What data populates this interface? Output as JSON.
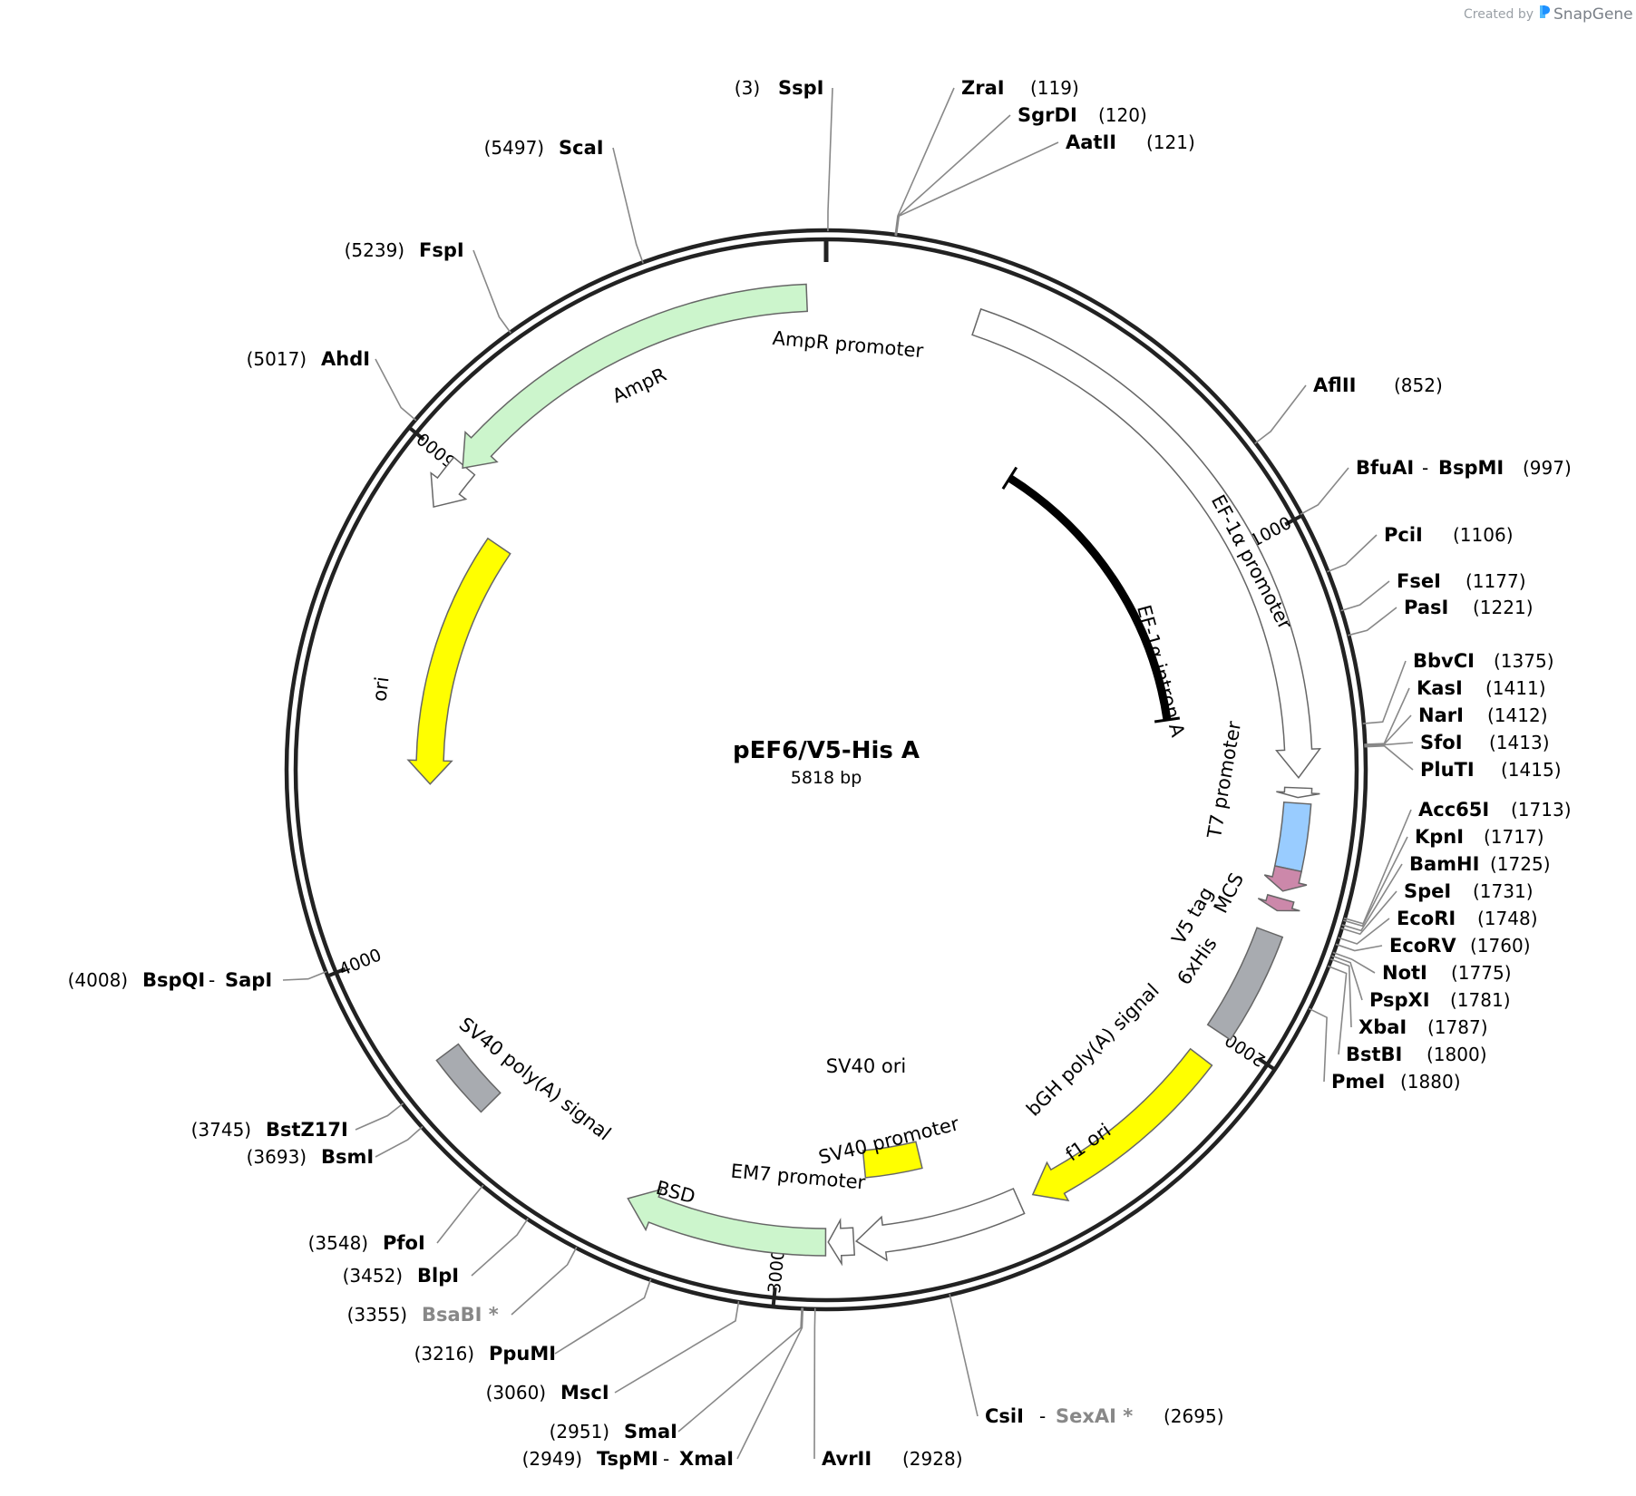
{
  "plasmid": {
    "name": "pEF6/V5-His A",
    "size_label": "5818 bp",
    "total_bp": 5818
  },
  "credit": {
    "created_by": "Created by",
    "brand": "SnapGene"
  },
  "colors": {
    "backbone": "#222222",
    "green_feature": "#ccf5cc",
    "yellow_feature": "#ffff00",
    "white_feature": "#ffffff",
    "blue_feature": "#99ccff",
    "pink_feature": "#cc88aa",
    "gray_feature": "#a8abb0",
    "outline": "#666666",
    "leader": "#888888",
    "gray_text": "#888888"
  },
  "ticks": [
    {
      "bp": 1000,
      "label": "1000"
    },
    {
      "bp": 2000,
      "label": "2000"
    },
    {
      "bp": 3000,
      "label": "3000"
    },
    {
      "bp": 4000,
      "label": "4000"
    },
    {
      "bp": 5000,
      "label": "5000"
    }
  ],
  "features": [
    {
      "name": "AmpR promoter",
      "start": 4910,
      "end": 5010,
      "direction": "reverse",
      "fill": "#ffffff",
      "track": "t1"
    },
    {
      "name": "AmpR",
      "start": 5005,
      "end": 5780,
      "direction": "reverse",
      "fill": "#ccf5cc",
      "track": "t1"
    },
    {
      "name": "ori",
      "start": 4330,
      "end": 4919,
      "direction": "reverse",
      "fill": "#ffff00",
      "track": "t2"
    },
    {
      "name": "EF-1α promoter",
      "start": 300,
      "end": 1470,
      "direction": "forward",
      "fill": "#ffffff",
      "track": "t1"
    },
    {
      "name": "EF-1α intron A",
      "start": 520,
      "end": 1320,
      "direction": "none",
      "fill": "#000000",
      "track": "t3"
    },
    {
      "name": "T7 promoter",
      "start": 1490,
      "end": 1509,
      "direction": "forward",
      "fill": "#ffffff",
      "track": "t1"
    },
    {
      "name": "MCS",
      "start": 1520,
      "end": 1650,
      "direction": "none",
      "fill": "#99ccff",
      "track": "t1"
    },
    {
      "name": "V5 tag",
      "start": 1650,
      "end": 1695,
      "direction": "forward",
      "fill": "#cc88aa",
      "track": "t1"
    },
    {
      "name": "6xHis",
      "start": 1710,
      "end": 1735,
      "direction": "forward",
      "fill": "#cc88aa",
      "track": "t1"
    },
    {
      "name": "bGH poly(A) signal",
      "start": 1780,
      "end": 2000,
      "direction": "none",
      "fill": "#a8abb0",
      "track": "t1"
    },
    {
      "name": "f1 ori",
      "start": 2060,
      "end": 2490,
      "direction": "forward",
      "fill": "#ffff00",
      "track": "t1"
    },
    {
      "name": "SV40 promoter",
      "start": 2520,
      "end": 2850,
      "direction": "forward",
      "fill": "#ffffff",
      "track": "t1"
    },
    {
      "name": "SV40 ori",
      "start": 2690,
      "end": 2820,
      "direction": "none",
      "fill": "#ffff00",
      "track": "t2"
    },
    {
      "name": "EM7 promoter",
      "start": 2855,
      "end": 2905,
      "direction": "forward",
      "fill": "#ffffff",
      "track": "t1"
    },
    {
      "name": "BSD",
      "start": 2910,
      "end": 3310,
      "direction": "forward",
      "fill": "#ccf5cc",
      "track": "t1"
    },
    {
      "name": "SV40 poly(A) signal",
      "start": 3640,
      "end": 3770,
      "direction": "none",
      "fill": "#a8abb0",
      "track": "t1"
    }
  ],
  "sites": [
    {
      "name": "SspI",
      "pos": "(3)",
      "bp": 3,
      "side": "left"
    },
    {
      "name": "ZraI",
      "pos": "(119)",
      "bp": 119,
      "side": "right"
    },
    {
      "name": "SgrDI",
      "pos": "(120)",
      "bp": 120,
      "side": "right"
    },
    {
      "name": "AatII",
      "pos": "(121)",
      "bp": 121,
      "side": "right"
    },
    {
      "name": "AflII",
      "pos": "(852)",
      "bp": 852,
      "side": "right"
    },
    {
      "name": "BfuAI",
      "name2": "BspMI",
      "pos": "(997)",
      "bp": 997,
      "side": "right"
    },
    {
      "name": "PciI",
      "pos": "(1106)",
      "bp": 1106,
      "side": "right"
    },
    {
      "name": "FseI",
      "pos": "(1177)",
      "bp": 1177,
      "side": "right"
    },
    {
      "name": "PasI",
      "pos": "(1221)",
      "bp": 1221,
      "side": "right"
    },
    {
      "name": "BbvCI",
      "pos": "(1375)",
      "bp": 1375,
      "side": "right"
    },
    {
      "name": "KasI",
      "pos": "(1411)",
      "bp": 1411,
      "side": "right"
    },
    {
      "name": "NarI",
      "pos": "(1412)",
      "bp": 1412,
      "side": "right"
    },
    {
      "name": "SfoI",
      "pos": "(1413)",
      "bp": 1413,
      "side": "right"
    },
    {
      "name": "PluTI",
      "pos": "(1415)",
      "bp": 1415,
      "side": "right"
    },
    {
      "name": "Acc65I",
      "pos": "(1713)",
      "bp": 1713,
      "side": "right"
    },
    {
      "name": "KpnI",
      "pos": "(1717)",
      "bp": 1717,
      "side": "right"
    },
    {
      "name": "BamHI",
      "pos": "(1725)",
      "bp": 1725,
      "side": "right"
    },
    {
      "name": "SpeI",
      "pos": "(1731)",
      "bp": 1731,
      "side": "right"
    },
    {
      "name": "EcoRI",
      "pos": "(1748)",
      "bp": 1748,
      "side": "right"
    },
    {
      "name": "EcoRV",
      "pos": "(1760)",
      "bp": 1760,
      "side": "right"
    },
    {
      "name": "NotI",
      "pos": "(1775)",
      "bp": 1775,
      "side": "right"
    },
    {
      "name": "PspXI",
      "pos": "(1781)",
      "bp": 1781,
      "side": "right"
    },
    {
      "name": "XbaI",
      "pos": "(1787)",
      "bp": 1787,
      "side": "right"
    },
    {
      "name": "BstBI",
      "pos": "(1800)",
      "bp": 1800,
      "side": "right"
    },
    {
      "name": "PmeI",
      "pos": "(1880)",
      "bp": 1880,
      "side": "right"
    },
    {
      "name": "CsiI",
      "name2": "SexAI *",
      "name2_gray": true,
      "pos": "(2695)",
      "bp": 2695,
      "side": "right"
    },
    {
      "name": "AvrII",
      "pos": "(2928)",
      "bp": 2928,
      "side": "right"
    },
    {
      "name": "TspMI",
      "name2": "XmaI",
      "pos": "(2949)",
      "bp": 2949,
      "side": "left"
    },
    {
      "name": "SmaI",
      "pos": "(2951)",
      "bp": 2951,
      "side": "left"
    },
    {
      "name": "MscI",
      "pos": "(3060)",
      "bp": 3060,
      "side": "left"
    },
    {
      "name": "PpuMI",
      "pos": "(3216)",
      "bp": 3216,
      "side": "left"
    },
    {
      "name": "BsaBI *",
      "name_gray": true,
      "pos": "(3355)",
      "bp": 3355,
      "side": "left"
    },
    {
      "name": "BlpI",
      "pos": "(3452)",
      "bp": 3452,
      "side": "left"
    },
    {
      "name": "PfoI",
      "pos": "(3548)",
      "bp": 3548,
      "side": "left"
    },
    {
      "name": "BsmI",
      "pos": "(3693)",
      "bp": 3693,
      "side": "left"
    },
    {
      "name": "BstZ17I",
      "pos": "(3745)",
      "bp": 3745,
      "side": "left"
    },
    {
      "name": "BspQI",
      "name2": "SapI",
      "pos": "(4008)",
      "bp": 4008,
      "side": "left"
    },
    {
      "name": "AhdI",
      "pos": "(5017)",
      "bp": 5017,
      "side": "left"
    },
    {
      "name": "FspI",
      "pos": "(5239)",
      "bp": 5239,
      "side": "left"
    },
    {
      "name": "ScaI",
      "pos": "(5497)",
      "bp": 5497,
      "side": "left"
    }
  ]
}
